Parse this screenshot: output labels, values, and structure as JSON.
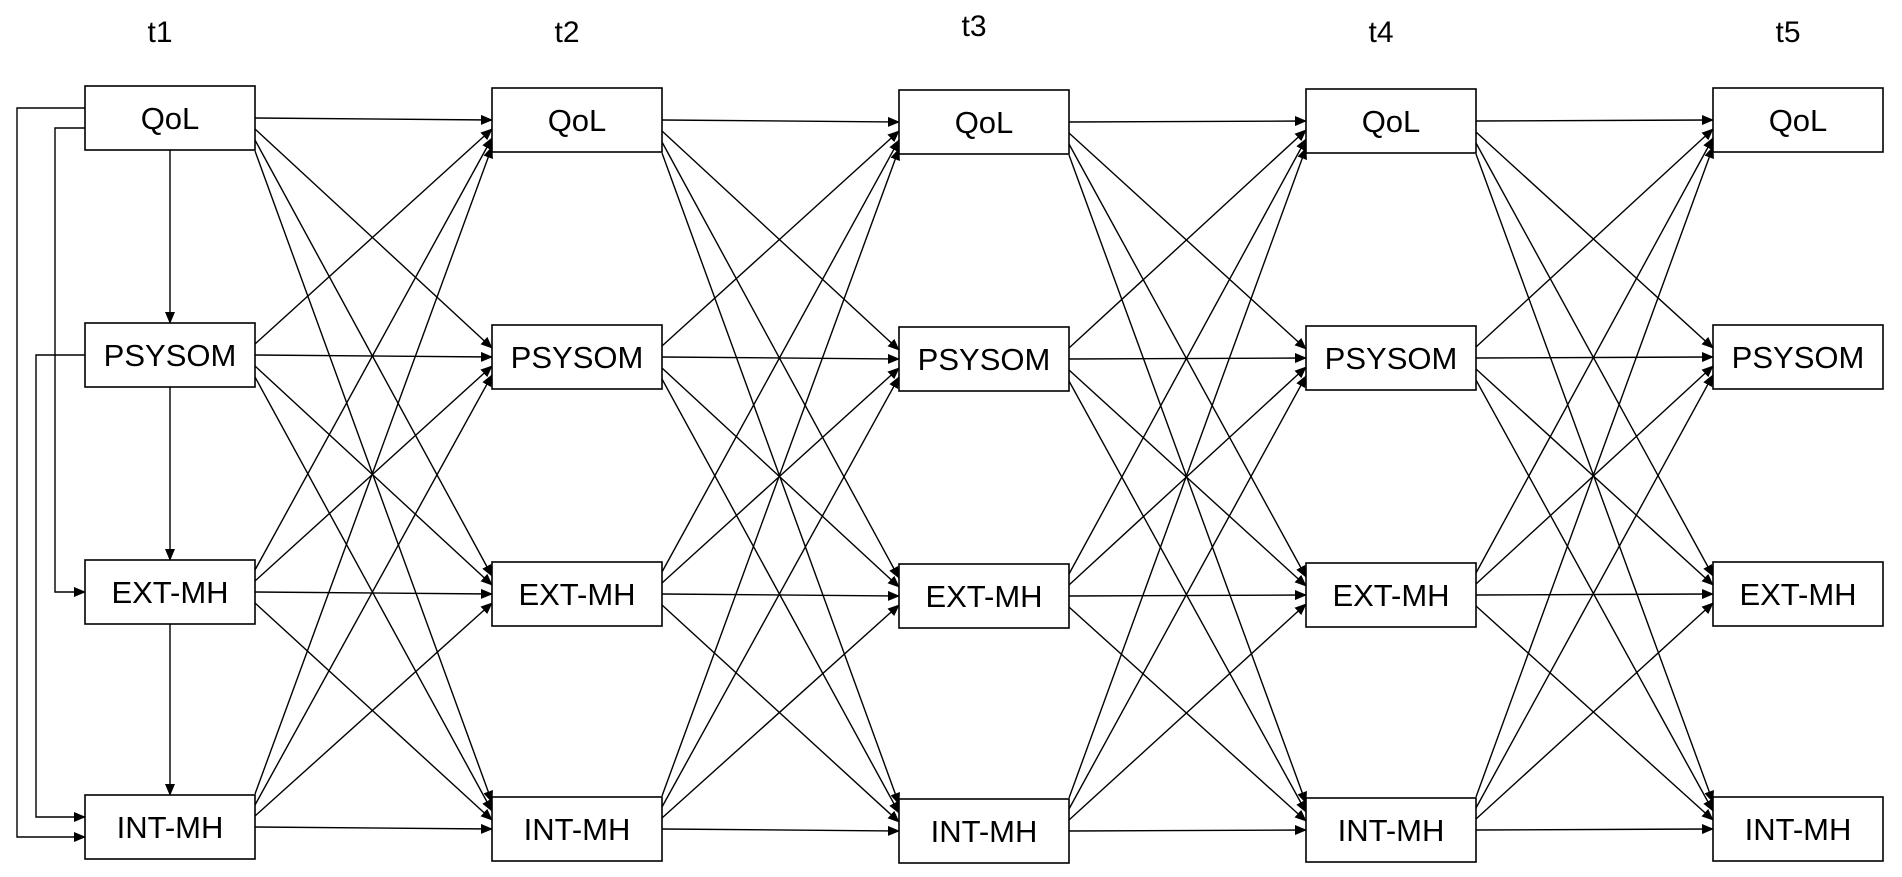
{
  "time_points": [
    "t1",
    "t2",
    "t3",
    "t4",
    "t5"
  ],
  "variables": [
    "QoL",
    "PSYSOM",
    "EXT-MH",
    "INT-MH"
  ]
}
